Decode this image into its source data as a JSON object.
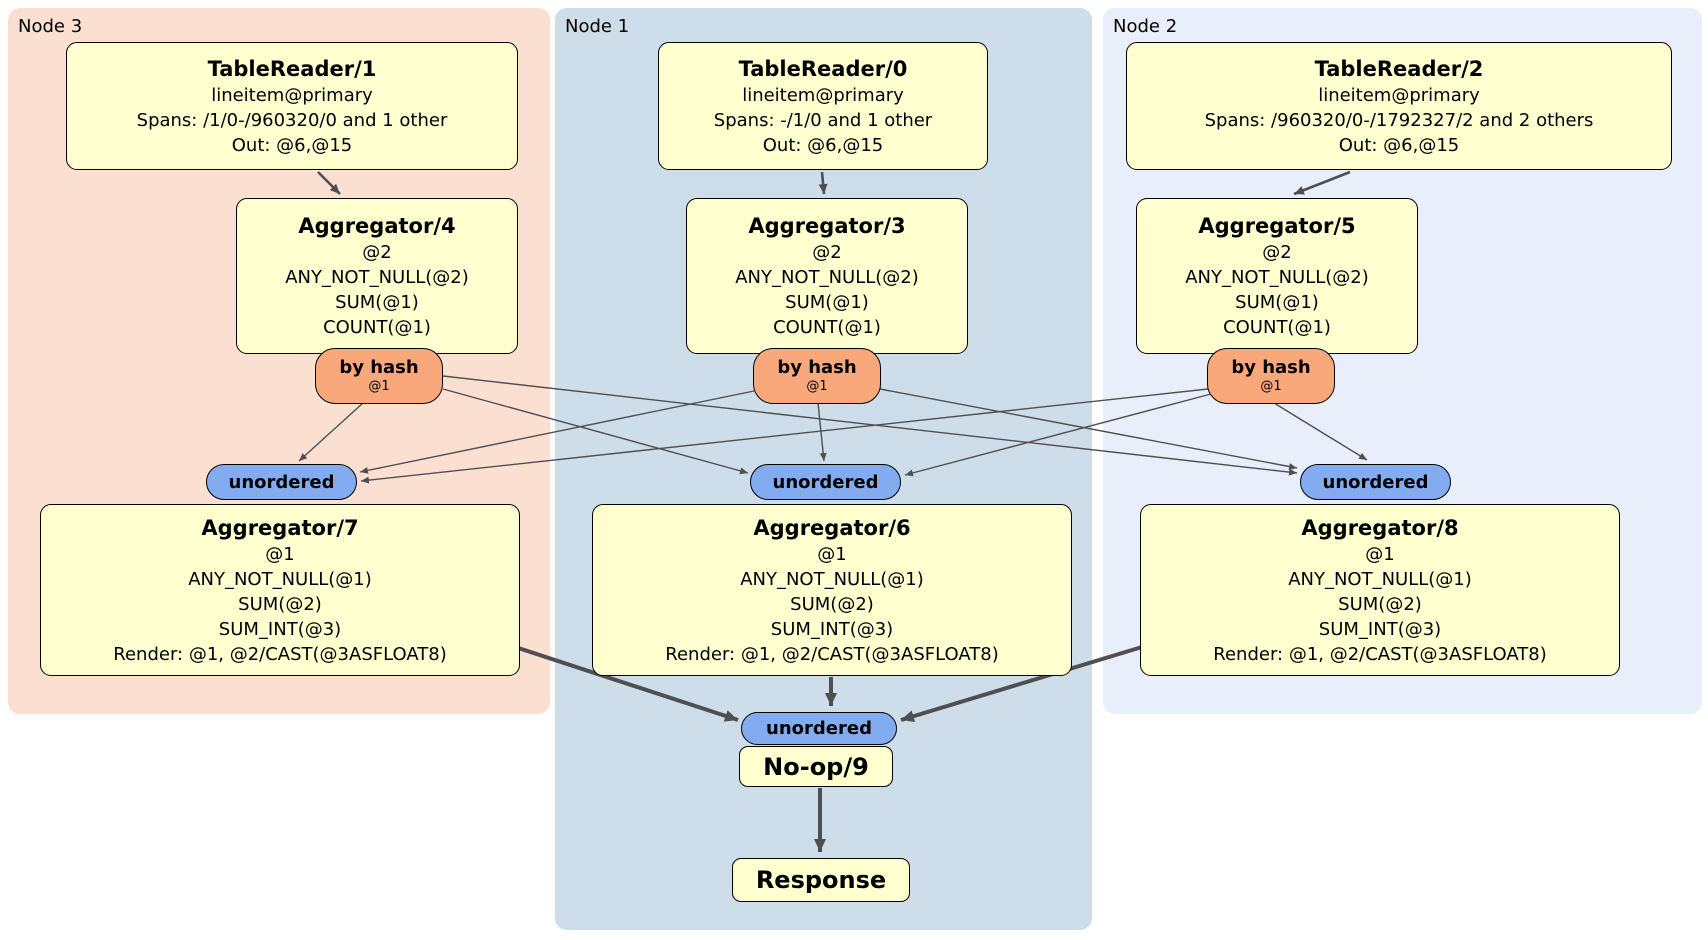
{
  "regions": {
    "node3": {
      "label": "Node 3"
    },
    "node1": {
      "label": "Node 1"
    },
    "node2": {
      "label": "Node 2"
    }
  },
  "nodes": {
    "tr1": {
      "title": "TableReader/1",
      "lines": [
        "lineitem@primary",
        "Spans: /1/0-/960320/0 and 1 other",
        "Out: @6,@15"
      ]
    },
    "tr0": {
      "title": "TableReader/0",
      "lines": [
        "lineitem@primary",
        "Spans: -/1/0 and 1 other",
        "Out: @6,@15"
      ]
    },
    "tr2": {
      "title": "TableReader/2",
      "lines": [
        "lineitem@primary",
        "Spans: /960320/0-/1792327/2 and 2 others",
        "Out: @6,@15"
      ]
    },
    "agg4": {
      "title": "Aggregator/4",
      "lines": [
        "@2",
        "ANY_NOT_NULL(@2)",
        "SUM(@1)",
        "COUNT(@1)"
      ]
    },
    "agg3": {
      "title": "Aggregator/3",
      "lines": [
        "@2",
        "ANY_NOT_NULL(@2)",
        "SUM(@1)",
        "COUNT(@1)"
      ]
    },
    "agg5": {
      "title": "Aggregator/5",
      "lines": [
        "@2",
        "ANY_NOT_NULL(@2)",
        "SUM(@1)",
        "COUNT(@1)"
      ]
    },
    "agg7": {
      "title": "Aggregator/7",
      "lines": [
        "@1",
        "ANY_NOT_NULL(@1)",
        "SUM(@2)",
        "SUM_INT(@3)",
        "Render: @1, @2/CAST(@3ASFLOAT8)"
      ]
    },
    "agg6": {
      "title": "Aggregator/6",
      "lines": [
        "@1",
        "ANY_NOT_NULL(@1)",
        "SUM(@2)",
        "SUM_INT(@3)",
        "Render: @1, @2/CAST(@3ASFLOAT8)"
      ]
    },
    "agg8": {
      "title": "Aggregator/8",
      "lines": [
        "@1",
        "ANY_NOT_NULL(@1)",
        "SUM(@2)",
        "SUM_INT(@3)",
        "Render: @1, @2/CAST(@3ASFLOAT8)"
      ]
    },
    "noop": {
      "title": "No-op/9"
    },
    "response": {
      "title": "Response"
    }
  },
  "routers": {
    "r4": {
      "label": "by hash",
      "detail": "@1"
    },
    "r3": {
      "label": "by hash",
      "detail": "@1"
    },
    "r5": {
      "label": "by hash",
      "detail": "@1"
    }
  },
  "syncs": {
    "s7": {
      "label": "unordered"
    },
    "s6": {
      "label": "unordered"
    },
    "s8": {
      "label": "unordered"
    },
    "sfinal": {
      "label": "unordered"
    }
  },
  "colors": {
    "region_node3": "#fbe0d2",
    "region_node1": "#cdddea",
    "region_node2": "#e9effa",
    "processor_fill": "#ffffcf",
    "processor_border": "#000000",
    "router_fill": "#f9a87c",
    "sync_fill": "#83abef",
    "edge": "#4f4f4f"
  }
}
